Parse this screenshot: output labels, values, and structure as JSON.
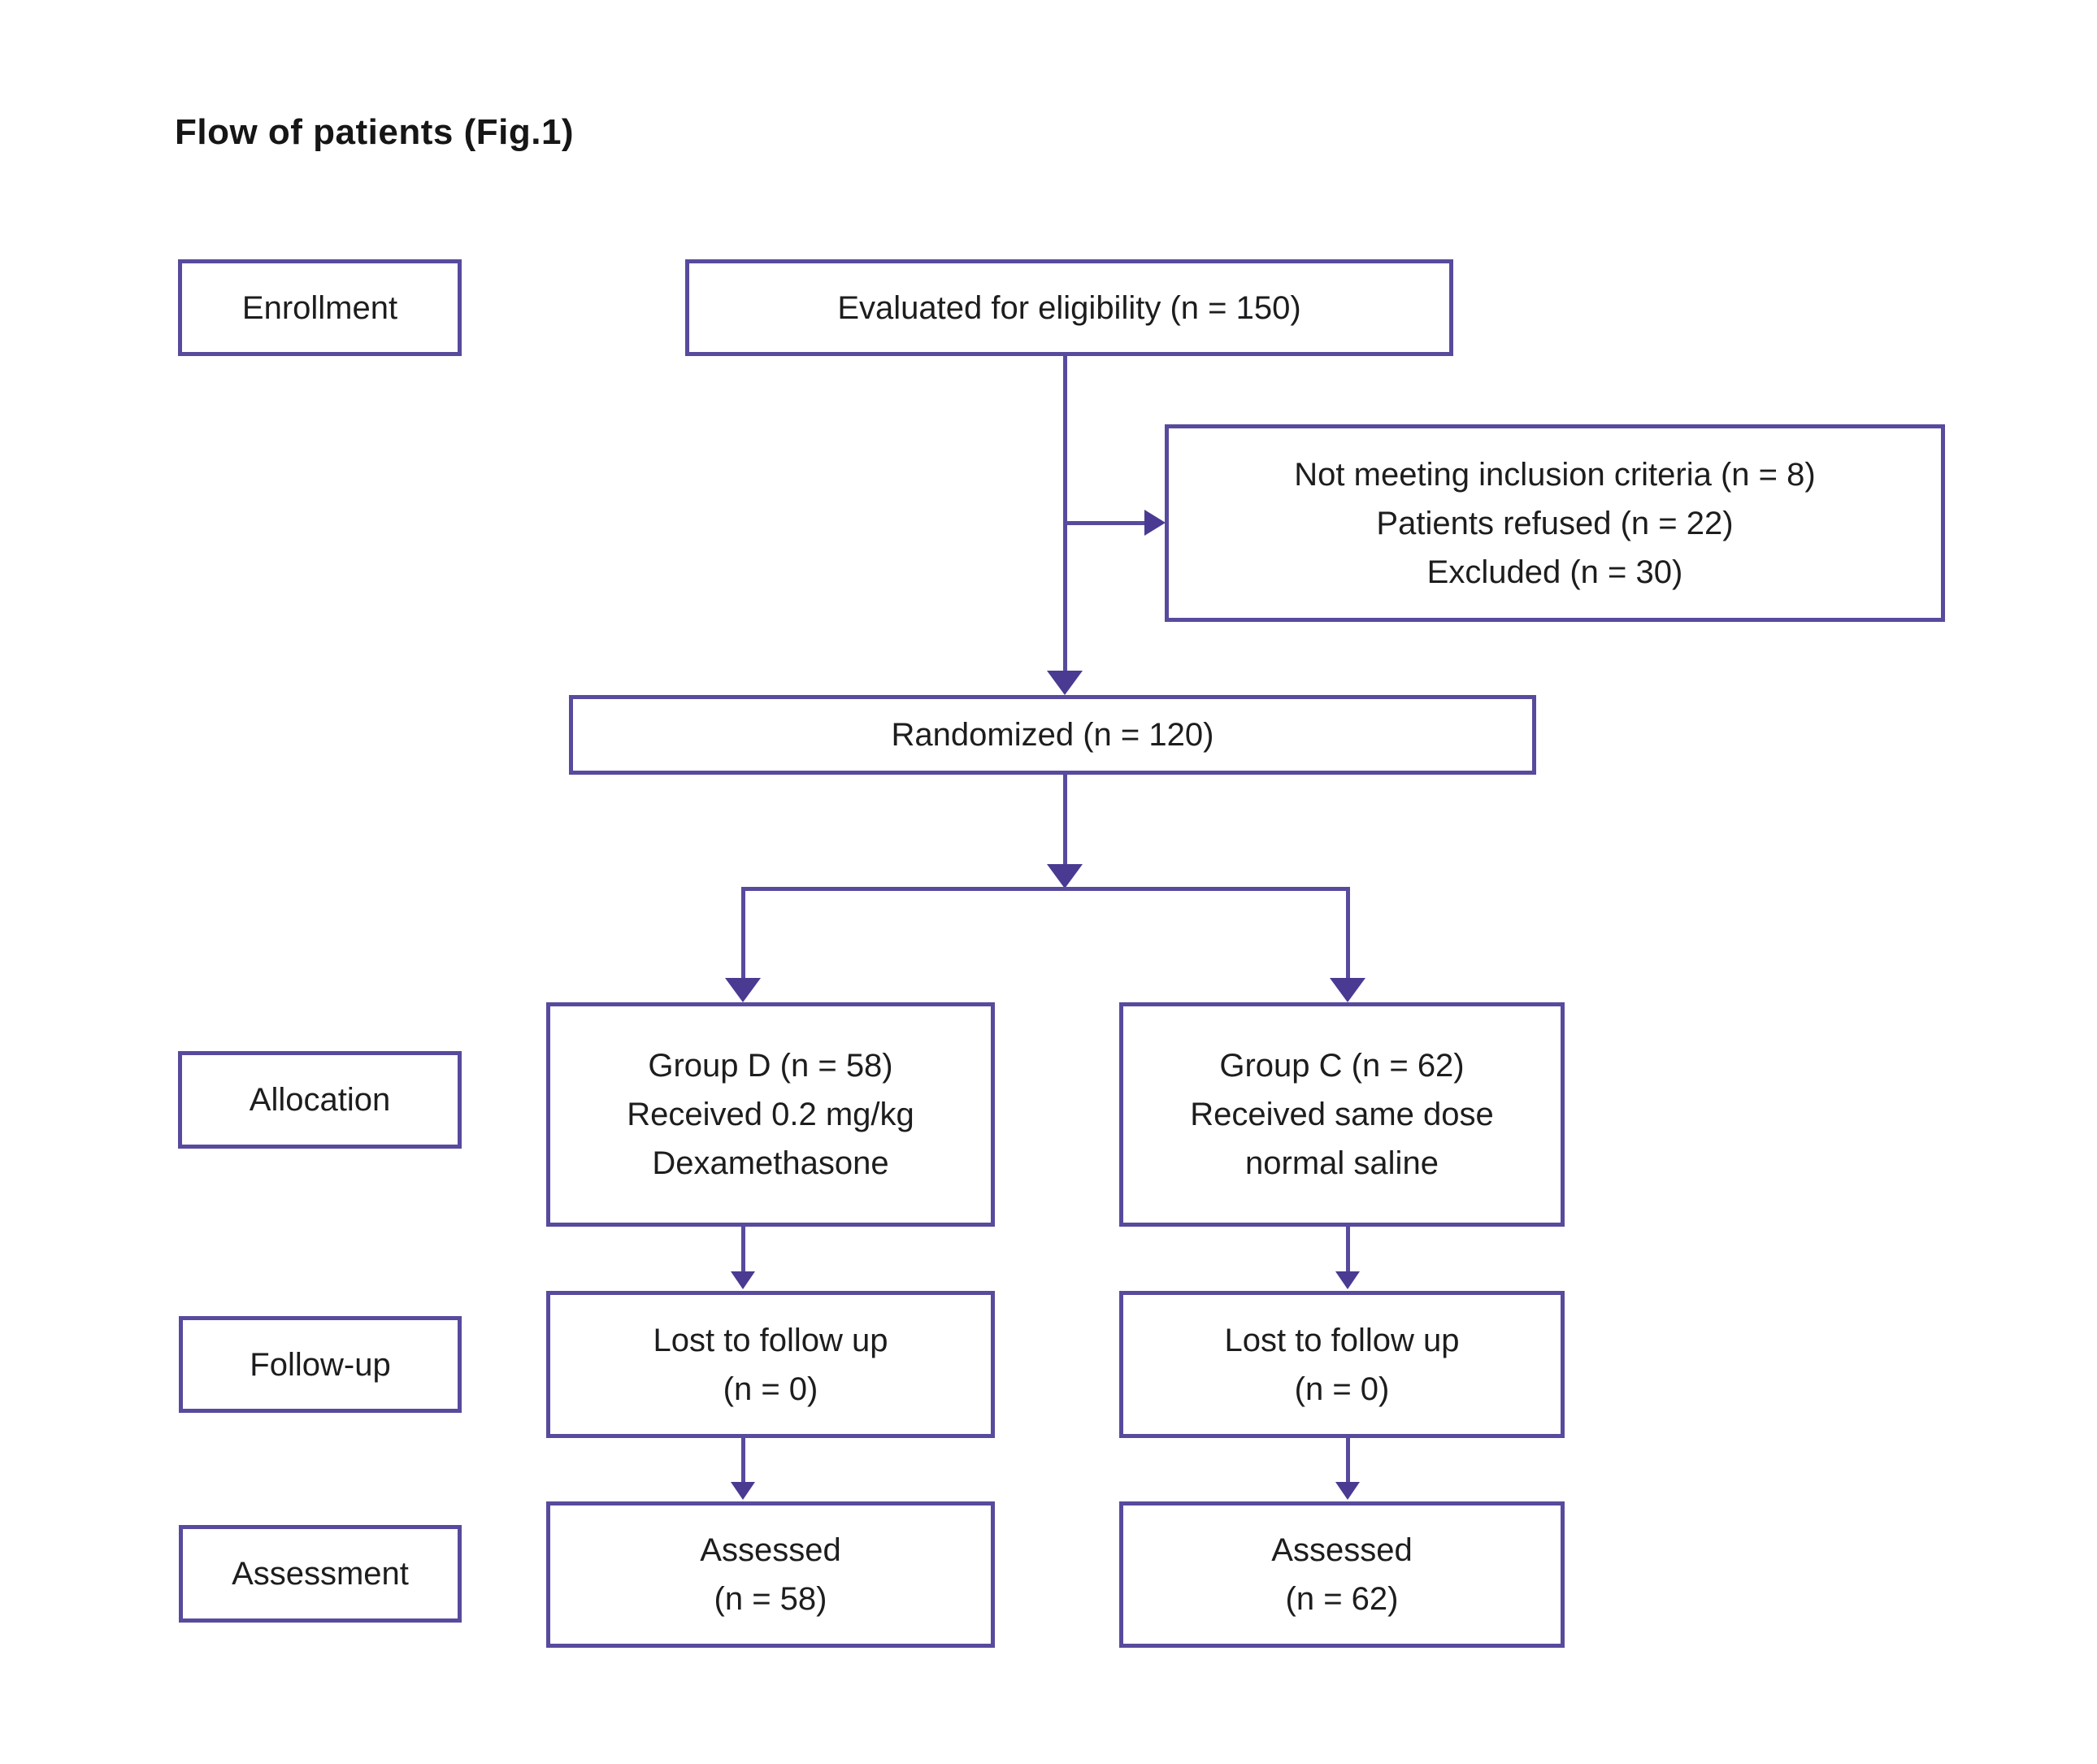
{
  "title": "Flow of patients (Fig.1)",
  "colors": {
    "line": "#584a9d",
    "arrow": "#4a3a92",
    "text": "#1d1d1f",
    "background": "#ffffff"
  },
  "stage_labels": {
    "enrollment": "Enrollment",
    "allocation": "Allocation",
    "followup": "Follow-up",
    "assessment": "Assessment"
  },
  "nodes": {
    "evaluated": {
      "text": "Evaluated for eligibility (n = 150)"
    },
    "excluded": {
      "line1": "Not meeting inclusion criteria (n = 8)",
      "line2": "Patients refused (n = 22)",
      "line3": "Excluded (n = 30)"
    },
    "randomized": {
      "text": "Randomized (n = 120)"
    },
    "group_d": {
      "line1": "Group D (n = 58)",
      "line2": "Received 0.2 mg/kg",
      "line3": "Dexamethasone"
    },
    "group_c": {
      "line1": "Group C (n = 62)",
      "line2": "Received same dose",
      "line3": "normal saline"
    },
    "lost_d": {
      "line1": "Lost to follow up",
      "line2": "(n = 0)"
    },
    "lost_c": {
      "line1": "Lost to follow up",
      "line2": "(n = 0)"
    },
    "assessed_d": {
      "line1": "Assessed",
      "line2": "(n = 58)"
    },
    "assessed_c": {
      "line1": "Assessed",
      "line2": "(n = 62)"
    }
  }
}
